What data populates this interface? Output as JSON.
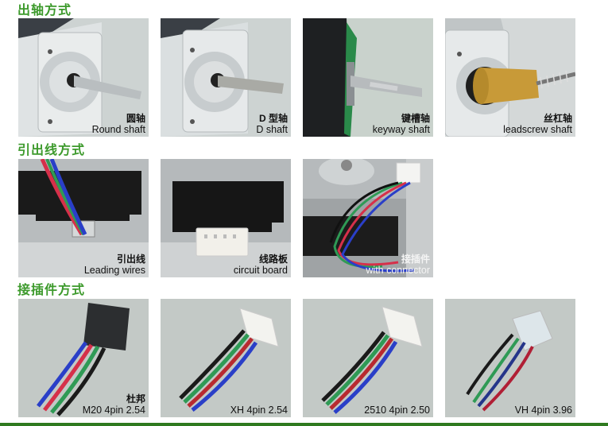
{
  "colors": {
    "title_green": "#3d9a2c",
    "panel_bg": "#c5ccc8",
    "bottom_bar": "#2f7a1f",
    "wire_red": "#d6304a",
    "wire_blue": "#2a3fc8",
    "wire_green": "#2f9a55",
    "wire_black": "#1a1a1a"
  },
  "sections": [
    {
      "title": "出轴方式",
      "items": [
        {
          "zh": "圆轴",
          "en": "Round shaft",
          "icon": "round-shaft-motor"
        },
        {
          "zh": "D 型轴",
          "en": "D shaft",
          "icon": "d-shaft-motor"
        },
        {
          "zh": "键槽轴",
          "en": "keyway shaft",
          "icon": "keyway-shaft-motor"
        },
        {
          "zh": "丝杠轴",
          "en": "leadscrew shaft",
          "icon": "leadscrew-shaft-motor"
        }
      ]
    },
    {
      "title": "引出线方式",
      "items": [
        {
          "zh": "引出线",
          "en": "Leading wires",
          "icon": "leading-wires-motor"
        },
        {
          "zh": "线路板",
          "en": "circuit board",
          "icon": "circuit-board-connector"
        },
        {
          "zh": "接插件",
          "en": "with connector",
          "icon": "connector-motor"
        }
      ]
    },
    {
      "title": "接插件方式",
      "items": [
        {
          "zh": "杜邦",
          "en": "M20 4pin 2.54",
          "icon": "dupont-connector"
        },
        {
          "zh": "",
          "en": "XH 4pin 2.54",
          "icon": "xh-connector"
        },
        {
          "zh": "",
          "en": "2510 4pin 2.50",
          "icon": "2510-connector"
        },
        {
          "zh": "",
          "en": "VH 4pin 3.96",
          "icon": "vh-connector"
        }
      ]
    }
  ]
}
